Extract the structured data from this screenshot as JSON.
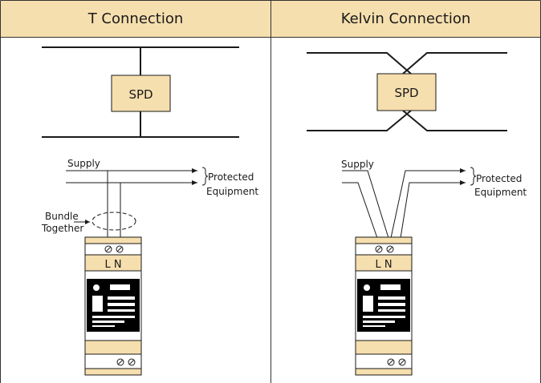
{
  "panels": {
    "left": {
      "title": "T Connection"
    },
    "right": {
      "title": "Kelvin Connection"
    }
  },
  "labels": {
    "spd": "SPD",
    "supply": "Supply",
    "protected": "Protected",
    "equipment": "Equipment",
    "bundle": "Bundle",
    "together": "Together",
    "ln": "L N"
  },
  "colors": {
    "header": "#f6dfae",
    "box": "#f6dfae",
    "line": "#1a1a1a",
    "panel_dark": "#000000"
  }
}
